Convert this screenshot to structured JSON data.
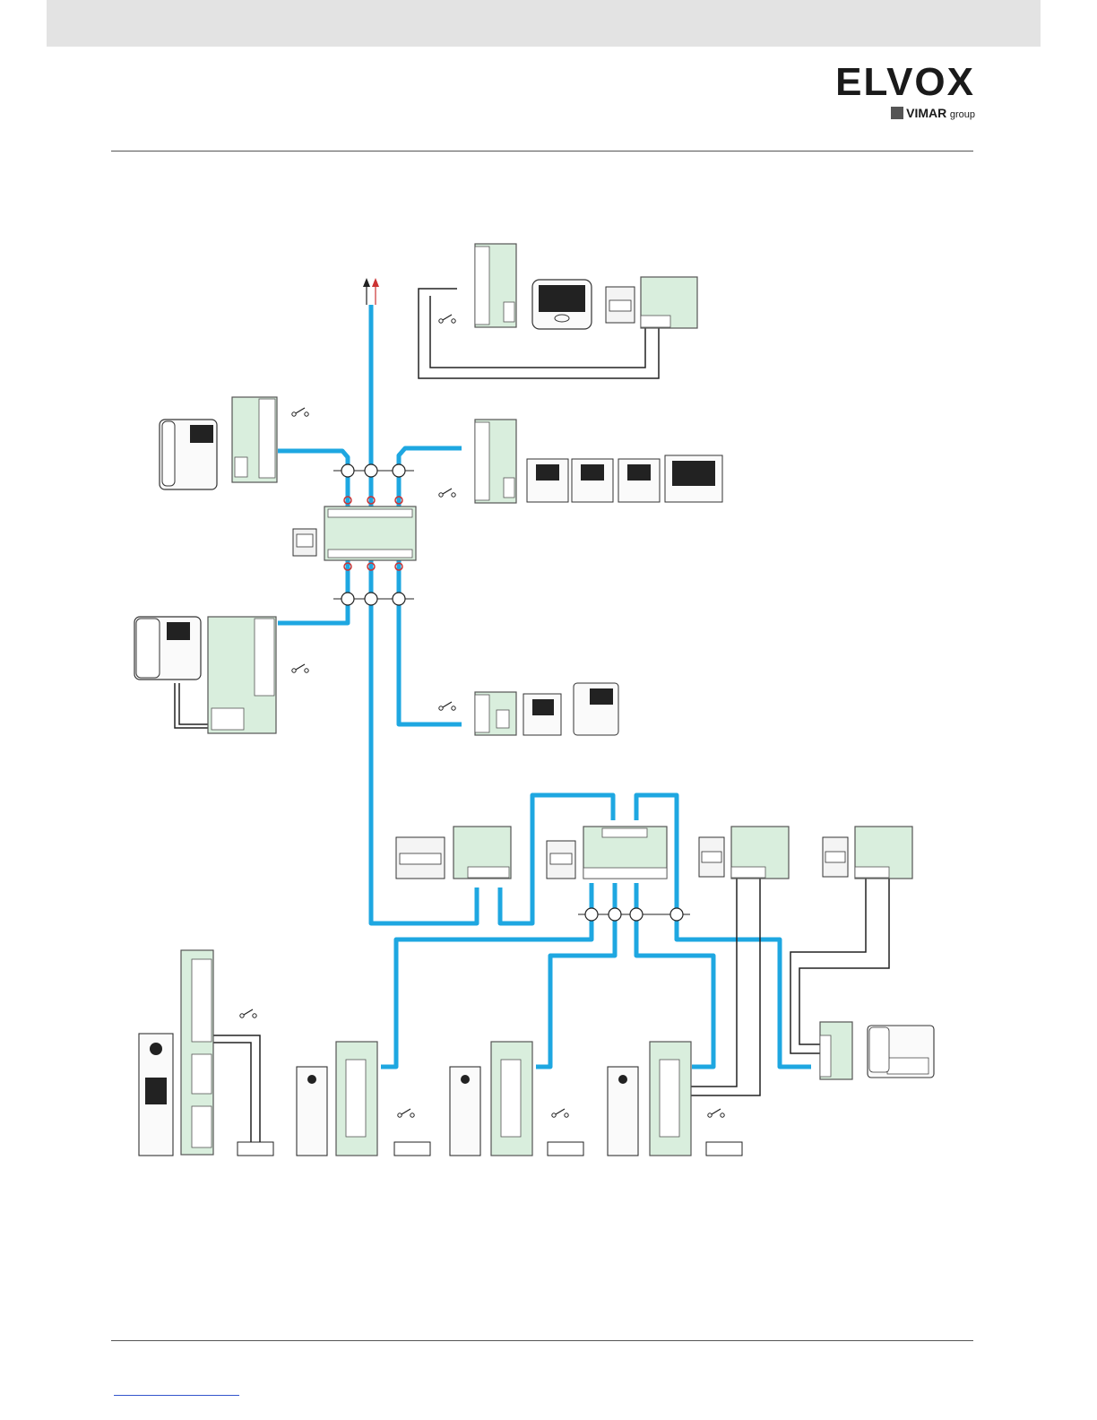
{
  "header": {
    "logo_text": "ELVOX",
    "logo_brand": "VIMAR",
    "logo_suffix": "group"
  },
  "colors": {
    "bus": "#1ea7e1",
    "module": "#d9eedd",
    "module_stroke": "#555555",
    "wire": "#222222",
    "connector": "#cc3333",
    "topbar": "#e3e3e3"
  },
  "icons": [
    "switch-icon",
    "monitor-icon",
    "intercom-handset-icon",
    "power-supply-icon",
    "door-panel-icon",
    "switchboard-icon"
  ]
}
